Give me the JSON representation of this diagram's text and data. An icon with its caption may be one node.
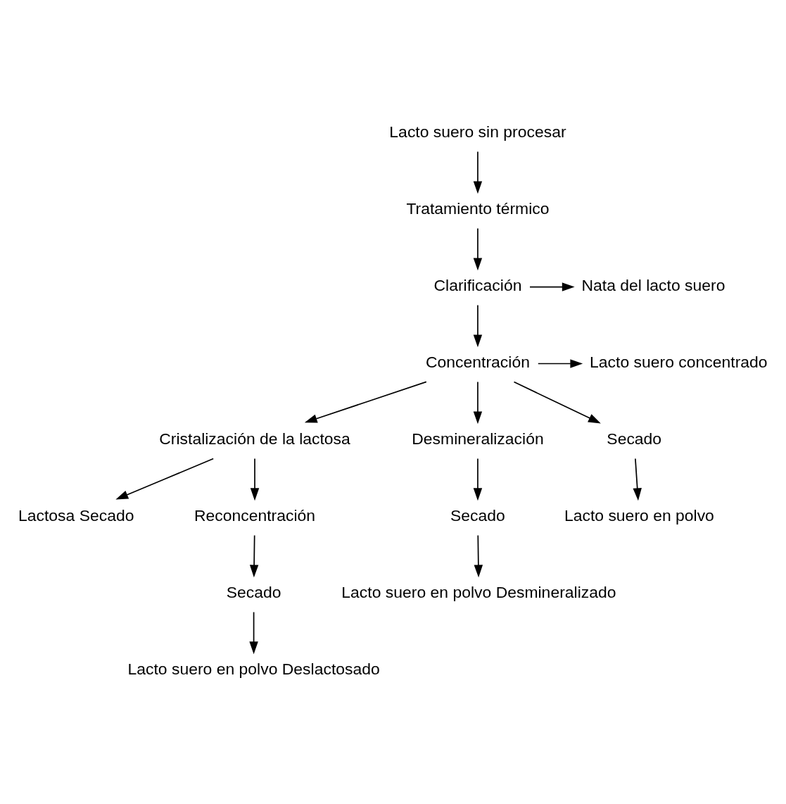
{
  "diagram": {
    "nodes": [
      {
        "text": [
          "Lacto suero sin procesar"
        ]
      },
      {
        "text": [
          "Tratamiento térmico"
        ]
      },
      {
        "text": [
          "Clarificación"
        ]
      },
      {
        "text": [
          "Nata del lacto suero"
        ]
      },
      {
        "text": [
          "Concentración"
        ]
      },
      {
        "text": [
          "Lacto suero concentrado"
        ]
      },
      {
        "text": [
          "Cristalización de la lactosa"
        ]
      },
      {
        "text": [
          "Desmineralización"
        ]
      },
      {
        "text": [
          "Secado"
        ]
      },
      {
        "text": [
          "Lactosa Secado"
        ]
      },
      {
        "text": [
          "Reconcentración"
        ]
      },
      {
        "text": [
          "Secado"
        ]
      },
      {
        "text": [
          "Secado"
        ]
      },
      {
        "text": [
          "Lacto suero en polvo Deslactosado"
        ]
      },
      {
        "text": [
          "Lacto suero en polvo Desmineralizado"
        ]
      },
      {
        "text": [
          "Lacto suero en polvo"
        ]
      }
    ],
    "edges": [
      {
        "from": 0,
        "to": 1,
        "arrow": "to"
      },
      {
        "from": 1,
        "to": 2,
        "arrow": "to"
      },
      {
        "from": 2,
        "to": 3,
        "arrow": "to"
      },
      {
        "from": 2,
        "to": 4,
        "arrow": "to"
      },
      {
        "from": 4,
        "to": 5,
        "arrow": "to"
      },
      {
        "from": 4,
        "to": 6,
        "arrow": "to"
      },
      {
        "from": 4,
        "to": 7,
        "arrow": "to"
      },
      {
        "from": 4,
        "to": 8,
        "arrow": "to"
      },
      {
        "from": 6,
        "to": 9,
        "arrow": "to"
      },
      {
        "from": 6,
        "to": 10,
        "arrow": "to"
      },
      {
        "from": 10,
        "to": 12,
        "arrow": "to"
      },
      {
        "from": 12,
        "to": 13,
        "arrow": "to"
      },
      {
        "from": 7,
        "to": 11,
        "arrow": "to"
      },
      {
        "from": 11,
        "to": 14,
        "arrow": "to"
      },
      {
        "from": 8,
        "to": 15,
        "arrow": "to"
      }
    ]
  }
}
